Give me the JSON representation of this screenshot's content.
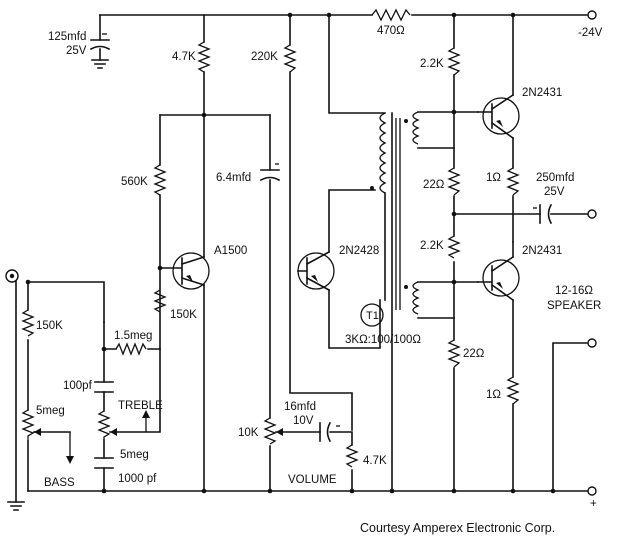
{
  "labels": {
    "c_125": "125mfd",
    "c_125_v": "25V",
    "r_47k": "4.7K",
    "r_220k": "220K",
    "r_470": "470Ω",
    "supply": "-24V",
    "r_22k_top": "2.2K",
    "q_top": "2N2431",
    "r_560k": "560K",
    "c_64": "6.4mfd",
    "r_22_top": "22Ω",
    "r_1_top": "1Ω",
    "c_250": "250mfd",
    "c_250_v": "25V",
    "q_a1500": "A1500",
    "q_2n2428": "2N2428",
    "r_22k_mid": "2.2K",
    "q_bot": "2N2431",
    "speaker": "12-16Ω",
    "speaker_lbl": "SPEAKER",
    "r_150k_left": "150K",
    "r_15meg": "1.5meg",
    "r_150k": "150K",
    "t1": "T1",
    "t1_spec": "3KΩ:100/100Ω",
    "r_22_bot": "22Ω",
    "c_100pf": "100pf",
    "treble": "TREBLE",
    "bass_pot": "5meg",
    "treble_pot": "5meg",
    "bass": "BASS",
    "c_1000pf": "1000 pf",
    "vol_pot": "10K",
    "c_16": "16mfd",
    "c_16_v": "10V",
    "volume": "VOLUME",
    "r_47k_b": "4.7K",
    "r_1_bot": "1Ω",
    "plus": "+",
    "credit": "Courtesy Amperex Electronic Corp."
  }
}
